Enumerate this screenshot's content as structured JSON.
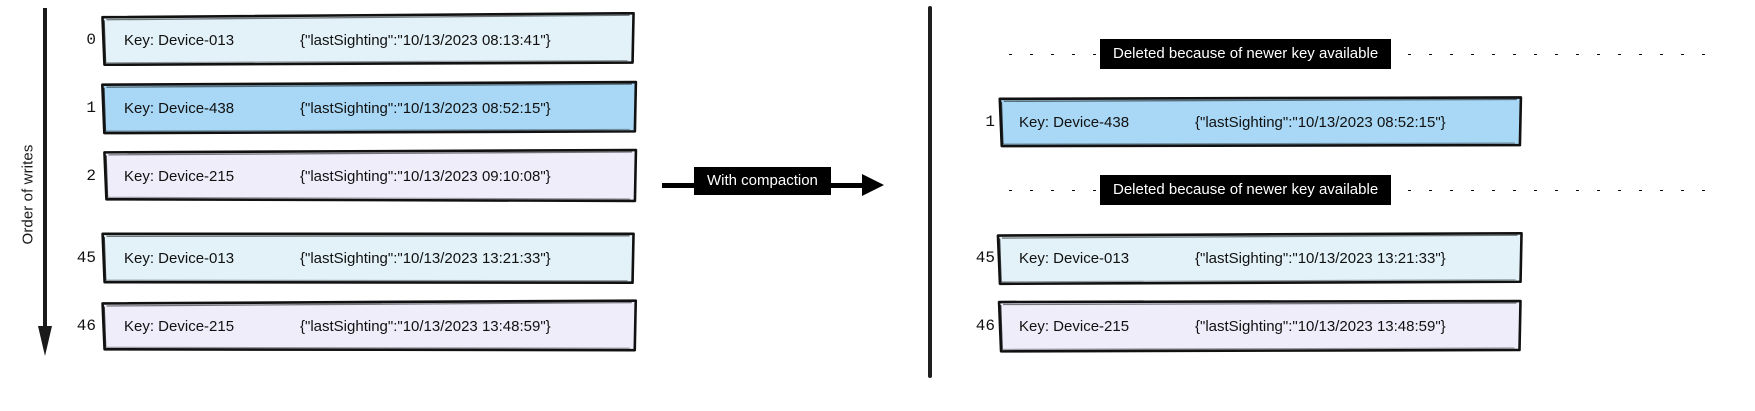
{
  "diagram": {
    "axis_label": "Order of writes",
    "compaction_arrow_label": "With compaction",
    "deleted_banner_label": "Deleted because of newer key available",
    "colors": {
      "fill_cyan": "#e3f2f8",
      "fill_blue": "#a8d8f5",
      "fill_lavender": "#f0edfa",
      "stroke": "#111111",
      "banner_bg": "#000000",
      "banner_text": "#ffffff",
      "divider": "#1f1f1f"
    }
  },
  "left_panel": {
    "rows": [
      {
        "index": "0",
        "key": "Key: Device-013",
        "value": "{\"lastSighting\":\"10/13/2023 08:13:41\"}",
        "fill": "#e3f2f8"
      },
      {
        "index": "1",
        "key": "Key: Device-438",
        "value": "{\"lastSighting\":\"10/13/2023 08:52:15\"}",
        "fill": "#a8d8f5"
      },
      {
        "index": "2",
        "key": "Key: Device-215",
        "value": "{\"lastSighting\":\"10/13/2023 09:10:08\"}",
        "fill": "#f0edfa"
      },
      {
        "index": "45",
        "key": "Key: Device-013",
        "value": "{\"lastSighting\":\"10/13/2023 13:21:33\"}",
        "fill": "#e3f2f8"
      },
      {
        "index": "46",
        "key": "Key: Device-215",
        "value": "{\"lastSighting\":\"10/13/2023 13:48:59\"}",
        "fill": "#f0edfa"
      }
    ]
  },
  "right_panel": {
    "items": [
      {
        "kind": "deleted",
        "label": "Deleted because of newer key available"
      },
      {
        "kind": "row",
        "index": "1",
        "key": "Key: Device-438",
        "value": "{\"lastSighting\":\"10/13/2023 08:52:15\"}",
        "fill": "#a8d8f5"
      },
      {
        "kind": "deleted",
        "label": "Deleted because of newer key available"
      },
      {
        "kind": "row",
        "index": "45",
        "key": "Key: Device-013",
        "value": "{\"lastSighting\":\"10/13/2023 13:21:33\"}",
        "fill": "#e3f2f8"
      },
      {
        "kind": "row",
        "index": "46",
        "key": "Key: Device-215",
        "value": "{\"lastSighting\":\"10/13/2023 13:48:59\"}",
        "fill": "#f0edfa"
      }
    ]
  }
}
